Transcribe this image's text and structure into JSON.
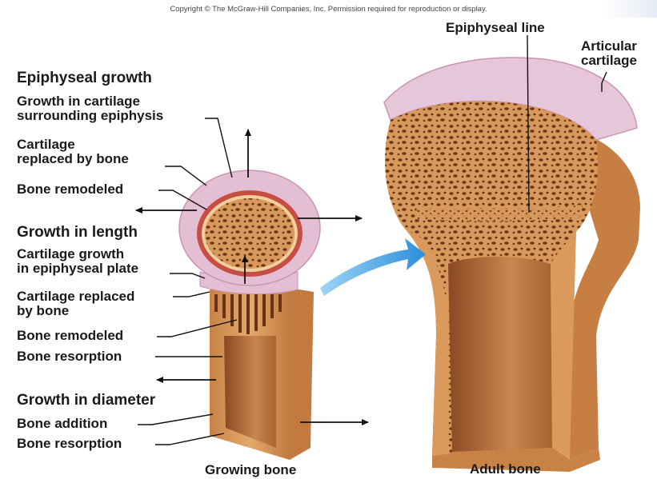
{
  "copyright": "Copyright © The McGraw-Hill Companies, Inc. Permission required for reproduction or display.",
  "labels": {
    "epiphyseal_growth": "Epiphyseal growth",
    "growth_cartilage_surrounding": "Growth in cartilage\nsurrounding epiphysis",
    "cartilage_replaced_bone_top": "Cartilage\nreplaced by bone",
    "bone_remodeled_top": "Bone remodeled",
    "growth_in_length": "Growth in length",
    "cartilage_growth_plate": "Cartilage growth\nin epiphyseal plate",
    "cartilage_replaced_by_bone": "Cartilage replaced\nby bone",
    "bone_remodeled_mid": "Bone remodeled",
    "bone_resorption_mid": "Bone resorption",
    "growth_in_diameter": "Growth in diameter",
    "bone_addition": "Bone addition",
    "bone_resorption_low": "Bone resorption",
    "growing_bone": "Growing bone",
    "adult_bone": "Adult bone",
    "epiphyseal_line": "Epiphyseal line",
    "articular_cartilage": "Articular\ncartilage"
  },
  "colors": {
    "bone": "#d89a5c",
    "bone_dark": "#b8743c",
    "marrow": "#6a3318",
    "cartilage": "#e4bfd3",
    "cartilage_edge": "#c995b1",
    "red_zone": "#c0392b",
    "arrow_blue": "#3a9ee0"
  }
}
